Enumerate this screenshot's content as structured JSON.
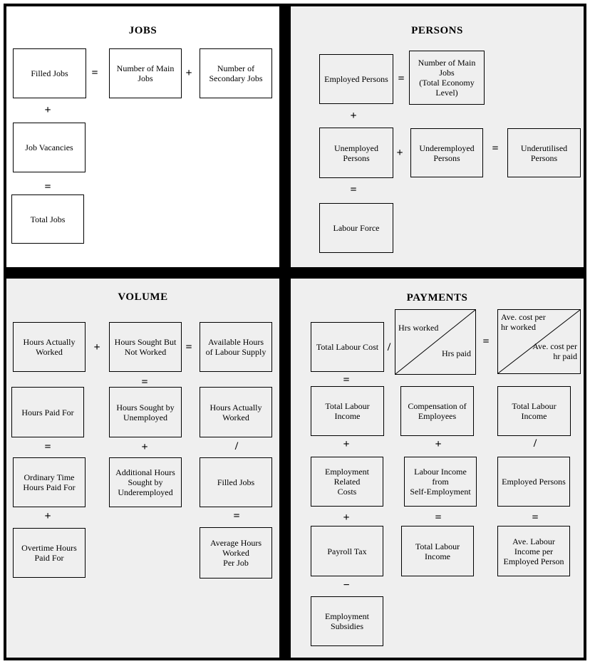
{
  "ops": {
    "plus": "+",
    "equals": "=",
    "divide": "/",
    "minus": "−"
  },
  "jobs": {
    "title": "JOBS",
    "boxes": {
      "filled_jobs": "Filled Jobs",
      "main_jobs": "Number of Main\nJobs",
      "secondary_jobs": "Number of\nSecondary Jobs",
      "job_vacancies": "Job Vacancies",
      "total_jobs": "Total Jobs"
    }
  },
  "persons": {
    "title": "PERSONS",
    "boxes": {
      "employed_persons": "Employed Persons",
      "main_jobs_total": "Number of Main\nJobs\n(Total Economy\nLevel)",
      "unemployed_persons": "Unemployed\nPersons",
      "underemployed_persons": "Underemployed\nPersons",
      "underutilised_persons": "Underutilised\nPersons",
      "labour_force": "Labour Force"
    }
  },
  "volume": {
    "title": "VOLUME",
    "boxes": {
      "hours_actually_worked": "Hours Actually\nWorked",
      "hours_sought_not_worked": "Hours Sought But\nNot Worked",
      "available_hours_labour_supply": "Available Hours\nof Labour Supply",
      "hours_paid_for": "Hours Paid For",
      "hours_sought_unemployed": "Hours Sought by\nUnemployed",
      "hours_actually_worked_2": "Hours Actually\nWorked",
      "ordinary_time_hours": "Ordinary Time\nHours Paid For",
      "additional_hours_underemployed": "Additional Hours\nSought by\nUnderemployed",
      "filled_jobs": "Filled Jobs",
      "overtime_hours": "Overtime Hours\nPaid For",
      "average_hours_per_job": "Average Hours\nWorked\nPer Job"
    }
  },
  "payments": {
    "title": "PAYMENTS",
    "boxes": {
      "total_labour_cost": "Total Labour Cost",
      "hrs_worked": "Hrs worked",
      "hrs_paid": "Hrs paid",
      "ave_cost_hr_worked": "Ave. cost per\nhr worked",
      "ave_cost_hr_paid": "Ave. cost per\nhr paid",
      "total_labour_income_1": "Total Labour\nIncome",
      "compensation_employees": "Compensation of\nEmployees",
      "total_labour_income_2": "Total Labour\nIncome",
      "employment_related_costs": "Employment\nRelated\nCosts",
      "labour_income_self_employment": "Labour Income\nfrom\nSelf-Employment",
      "employed_persons": "Employed Persons",
      "payroll_tax": "Payroll Tax",
      "total_labour_income_3": "Total Labour\nIncome",
      "ave_labour_income_per_person": "Ave. Labour\nIncome per\nEmployed Person",
      "employment_subsidies": "Employment\nSubsidies"
    }
  }
}
